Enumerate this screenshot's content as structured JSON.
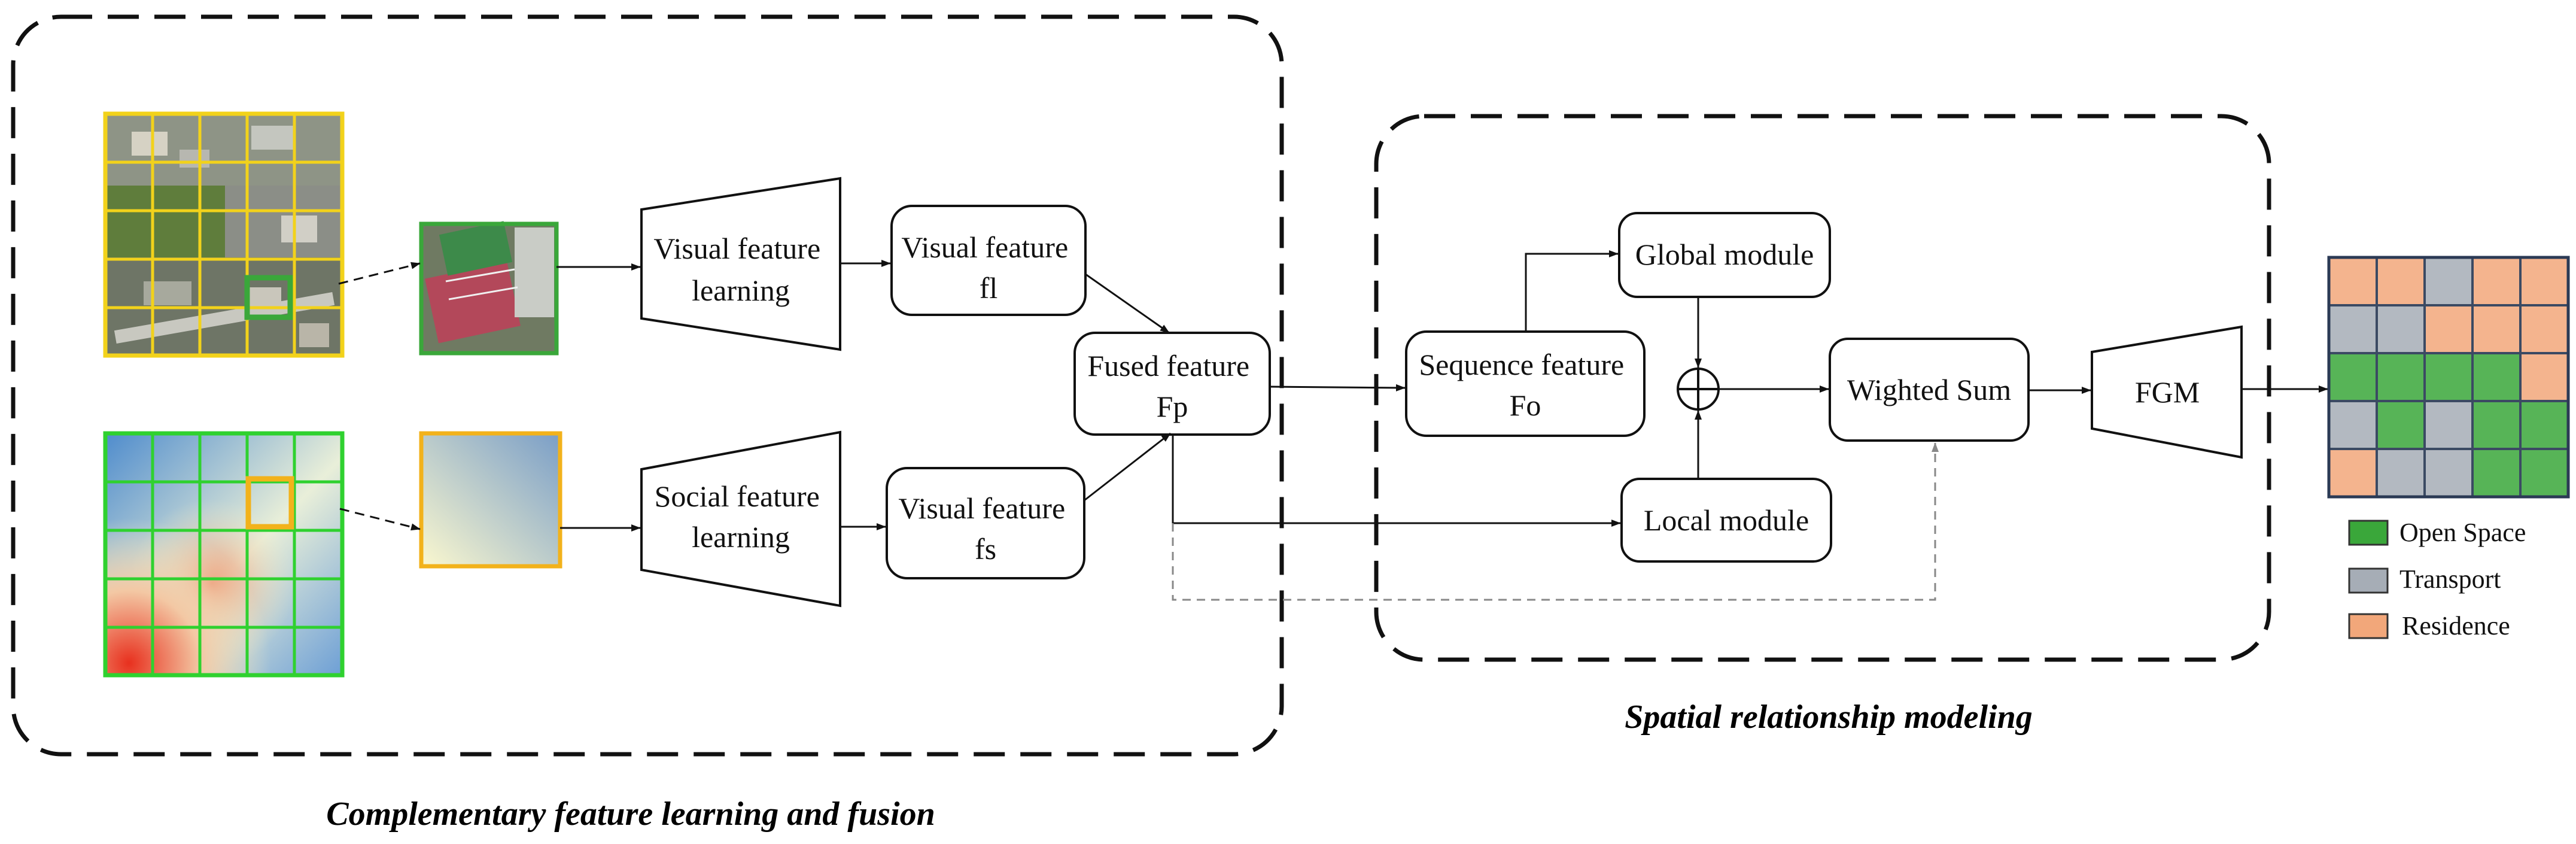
{
  "sections": {
    "left_caption": "Complementary feature learning and fusion",
    "right_caption": "Spatial relationship modeling"
  },
  "nodes": {
    "visual_feature_learning": [
      "Visual feature",
      "learning"
    ],
    "social_feature_learning": [
      "Social feature",
      "learning"
    ],
    "visual_feature_fl": [
      "Visual feature",
      "fl"
    ],
    "visual_feature_fs": [
      "Visual feature",
      "fs"
    ],
    "fused_feature": [
      "Fused feature",
      "Fp"
    ],
    "sequence_feature": [
      "Sequence feature",
      "Fo"
    ],
    "global_module": "Global module",
    "local_module": "Local module",
    "weighted_sum": "Wighted Sum",
    "fgm": "FGM",
    "sum_operator": "⊕"
  },
  "legend": [
    {
      "label": "Open Space",
      "color": "#3aa73a"
    },
    {
      "label": "Transport",
      "color": "#a6adb6"
    },
    {
      "label": "Residence",
      "color": "#f2a77a"
    }
  ],
  "colors": {
    "satellite_grid": "#f2d21b",
    "density_grid": "#2fd12f",
    "highlight_satellite": "#3aa73a",
    "highlight_density": "#f2b21b"
  }
}
